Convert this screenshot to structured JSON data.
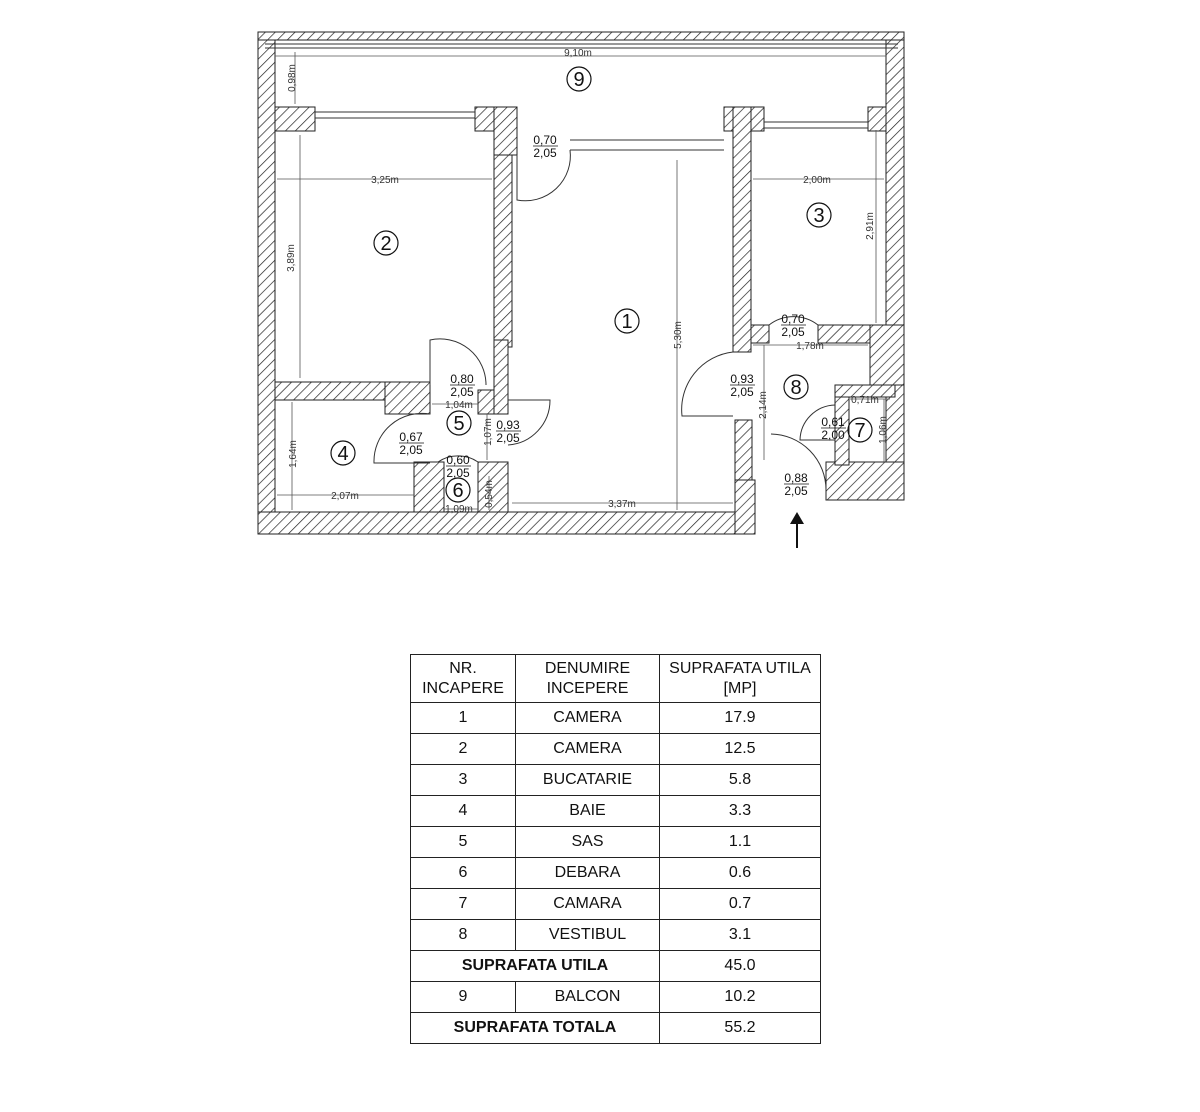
{
  "plan": {
    "rooms": [
      {
        "num": "1"
      },
      {
        "num": "2"
      },
      {
        "num": "3"
      },
      {
        "num": "4"
      },
      {
        "num": "5"
      },
      {
        "num": "6"
      },
      {
        "num": "7"
      },
      {
        "num": "8"
      },
      {
        "num": "9"
      }
    ],
    "dims": {
      "balcony_w": "9,10m",
      "balcony_h": "0,98m",
      "r2_w": "3,25m",
      "r2_h": "3,89m",
      "r1_h": "5,30m",
      "r1_w": "3,37m",
      "r3_w": "2,00m",
      "r3_h": "2,91m",
      "r8_w": "1,78m",
      "r8_h": "2,14m",
      "r7_w": "0,71m",
      "r7_h": "1,06m",
      "r4_w": "2,07m",
      "r4_h": "1,64m",
      "r5_w": "1,04m",
      "r5_h": "1,07m",
      "r6_w": "1,09m",
      "r6_h": "0,54m"
    },
    "doors": [
      {
        "top": "0,70",
        "bottom": "2,05"
      },
      {
        "top": "0,80",
        "bottom": "2,05"
      },
      {
        "top": "0,93",
        "bottom": "2,05"
      },
      {
        "top": "0,67",
        "bottom": "2,05"
      },
      {
        "top": "0,60",
        "bottom": "2,05"
      },
      {
        "top": "0,70",
        "bottom": "2,05"
      },
      {
        "top": "0,93",
        "bottom": "2,05"
      },
      {
        "top": "0,61",
        "bottom": "2,00"
      },
      {
        "top": "0,88",
        "bottom": "2,05"
      }
    ]
  },
  "table": {
    "headers": [
      "NR.\nINCAPERE",
      "DENUMIRE\nINCEPERE",
      "SUPRAFATA UTILA\n[MP]"
    ],
    "rows": [
      {
        "nr": "1",
        "name": "CAMERA",
        "area": "17.9"
      },
      {
        "nr": "2",
        "name": "CAMERA",
        "area": "12.5"
      },
      {
        "nr": "3",
        "name": "BUCATARIE",
        "area": "5.8"
      },
      {
        "nr": "4",
        "name": "BAIE",
        "area": "3.3"
      },
      {
        "nr": "5",
        "name": "SAS",
        "area": "1.1"
      },
      {
        "nr": "6",
        "name": "DEBARA",
        "area": "0.6"
      },
      {
        "nr": "7",
        "name": "CAMARA",
        "area": "0.7"
      },
      {
        "nr": "8",
        "name": "VESTIBUL",
        "area": "3.1"
      }
    ],
    "useful_total": {
      "label": "SUPRAFATA UTILA",
      "area": "45.0"
    },
    "balcony_row": {
      "nr": "9",
      "name": "BALCON",
      "area": "10.2"
    },
    "grand_total": {
      "label": "SUPRAFATA TOTALA",
      "area": "55.2"
    }
  }
}
